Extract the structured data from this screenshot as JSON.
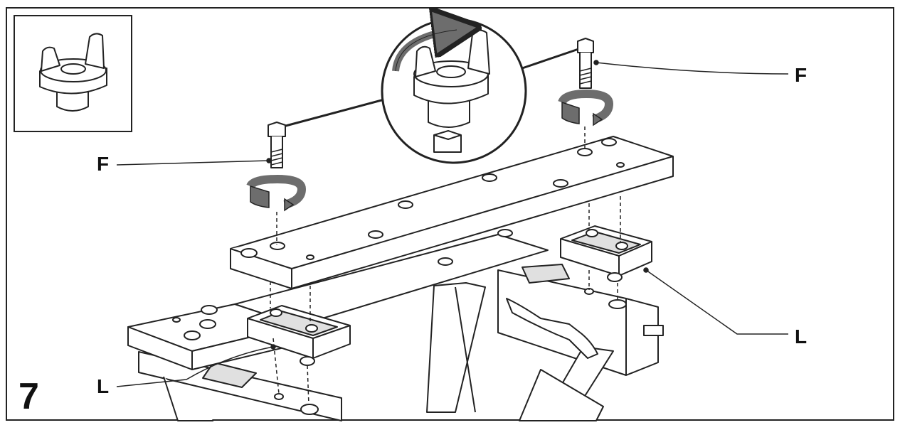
{
  "step": {
    "number": "7"
  },
  "callouts": {
    "fastener": "F",
    "support_block": "L"
  },
  "icons": {
    "inset": "wing-nut-icon",
    "detail": "wing-nut-tightening-detail-icon",
    "rotation": "rotate-clockwise-arrow-icon"
  },
  "colors": {
    "line": "#222222",
    "arrow_fill": "#6d6d6d",
    "part_fill": "#ffffff",
    "hatch": "#e0e0e0"
  }
}
